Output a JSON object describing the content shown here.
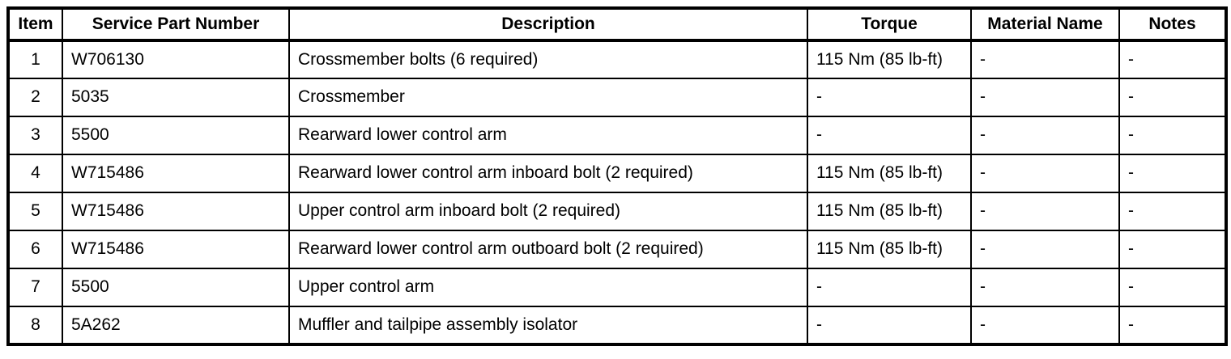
{
  "colors": {
    "border": "#000000",
    "background": "#ffffff",
    "text": "#000000"
  },
  "table": {
    "columns": [
      {
        "label": "Item"
      },
      {
        "label": "Service Part Number"
      },
      {
        "label": "Description"
      },
      {
        "label": "Torque"
      },
      {
        "label": "Material Name"
      },
      {
        "label": "Notes"
      }
    ],
    "rows": [
      [
        "1",
        "W706130",
        "Crossmember bolts (6 required)",
        "115 Nm (85 lb-ft)",
        "-",
        "-"
      ],
      [
        "2",
        "5035",
        "Crossmember",
        "-",
        "-",
        "-"
      ],
      [
        "3",
        "5500",
        "Rearward lower control arm",
        "-",
        "-",
        "-"
      ],
      [
        "4",
        "W715486",
        "Rearward lower control arm inboard bolt (2 required)",
        "115 Nm (85 lb-ft)",
        "-",
        "-"
      ],
      [
        "5",
        "W715486",
        "Upper control arm inboard bolt (2 required)",
        "115 Nm (85 lb-ft)",
        "-",
        "-"
      ],
      [
        "6",
        "W715486",
        "Rearward lower control arm outboard bolt (2 required)",
        "115 Nm (85 lb-ft)",
        "-",
        "-"
      ],
      [
        "7",
        "5500",
        "Upper control arm",
        "-",
        "-",
        "-"
      ],
      [
        "8",
        "5A262",
        "Muffler and tailpipe assembly isolator",
        "-",
        "-",
        "-"
      ]
    ]
  }
}
